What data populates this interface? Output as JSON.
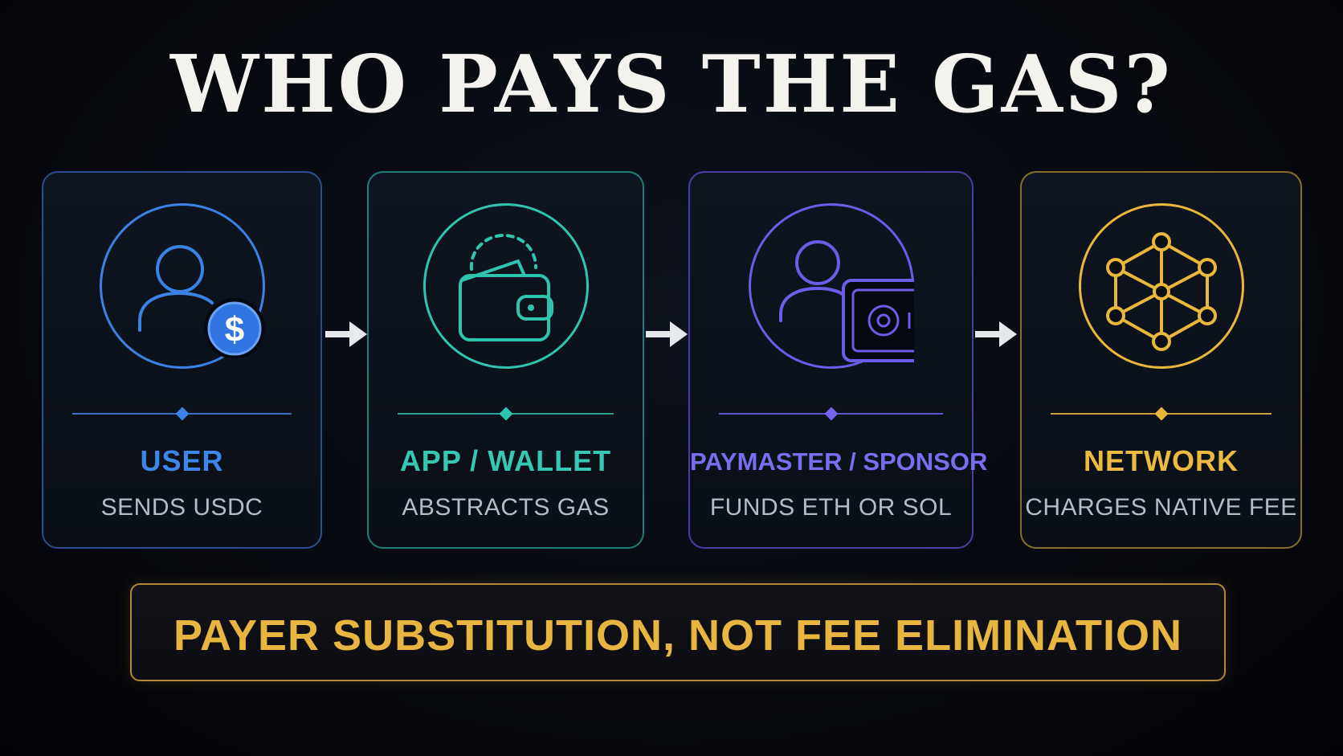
{
  "title": "WHO PAYS THE GAS?",
  "colors": {
    "user": "#3b82e6",
    "app": "#2ec4b0",
    "paymaster": "#6c5ce7",
    "network": "#e8b73c",
    "banner": "#e8b540"
  },
  "steps": [
    {
      "role": "USER",
      "description": "SENDS USDC",
      "icon": "user-dollar-icon",
      "badge": "$"
    },
    {
      "role": "APP / WALLET",
      "description": "ABSTRACTS GAS",
      "icon": "wallet-icon"
    },
    {
      "role": "PAYMASTER / SPONSOR",
      "description": "FUNDS ETH OR SOL",
      "icon": "user-safe-icon"
    },
    {
      "role": "NETWORK",
      "description": "CHARGES NATIVE FEE",
      "icon": "network-cube-icon"
    }
  ],
  "banner": {
    "text": "PAYER SUBSTITUTION, NOT FEE ELIMINATION"
  }
}
